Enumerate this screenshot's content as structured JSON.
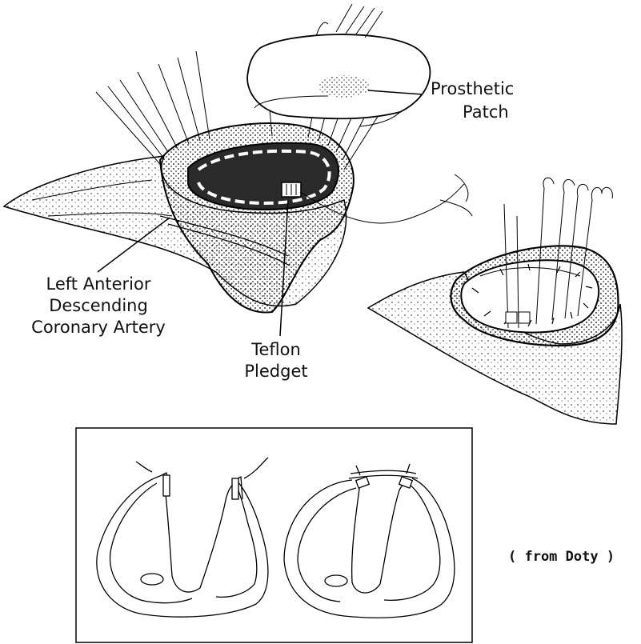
{
  "labels": {
    "prosthetic_patch_line1": "Prosthetic",
    "prosthetic_patch_line2": "Patch",
    "lad_line1": "Left Anterior",
    "lad_line2": "Descending",
    "lad_line3": "Coronary Artery",
    "teflon_line1": "Teflon",
    "teflon_line2": "Pledget",
    "source_credit": "( from Doty )"
  }
}
